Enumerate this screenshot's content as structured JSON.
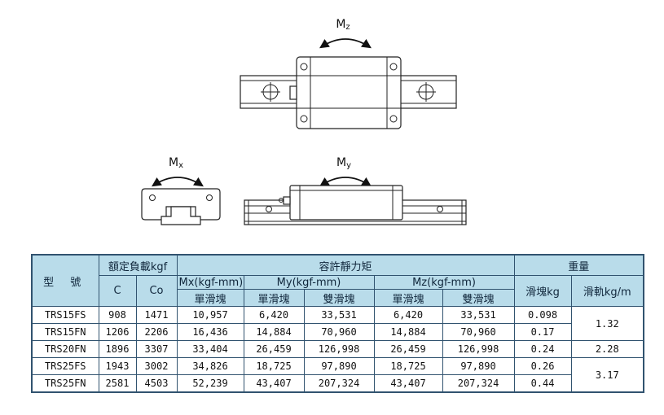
{
  "colors": {
    "header_bg": "#b9dcea",
    "border": "#31536f",
    "line": "#222222",
    "text": "#111111"
  },
  "diagram": {
    "mz_label": {
      "main": "M",
      "sub": "z"
    },
    "mx_label": {
      "main": "M",
      "sub": "x"
    },
    "my_label": {
      "main": "M",
      "sub": "y"
    }
  },
  "table": {
    "header": {
      "model": "型 號",
      "rated_load": "額定負載kgf",
      "c": "C",
      "co": "Co",
      "static_moment": "容許靜力矩",
      "mx": "Mx(kgf-mm)",
      "my": "My(kgf-mm)",
      "mz": "Mz(kgf-mm)",
      "single_block": "單滑塊",
      "double_block": "雙滑塊",
      "weight": "重量",
      "block_weight": "滑塊kg",
      "rail_weight": "滑軌kg/m"
    },
    "rows": [
      {
        "model": "TRS15FS",
        "c": "908",
        "co": "1471",
        "mx_single": "10,957",
        "my_single": "6,420",
        "my_double": "33,531",
        "mz_single": "6,420",
        "mz_double": "33,531",
        "block_kg": "0.098",
        "rail_kgm": "1.32",
        "rail_span": 2
      },
      {
        "model": "TRS15FN",
        "c": "1206",
        "co": "2206",
        "mx_single": "16,436",
        "my_single": "14,884",
        "my_double": "70,960",
        "mz_single": "14,884",
        "mz_double": "70,960",
        "block_kg": "0.17"
      },
      {
        "model": "TRS20FN",
        "c": "1896",
        "co": "3307",
        "mx_single": "33,404",
        "my_single": "26,459",
        "my_double": "126,998",
        "mz_single": "26,459",
        "mz_double": "126,998",
        "block_kg": "0.24",
        "rail_kgm": "2.28",
        "rail_span": 1
      },
      {
        "model": "TRS25FS",
        "c": "1943",
        "co": "3002",
        "mx_single": "34,826",
        "my_single": "18,725",
        "my_double": "97,890",
        "mz_single": "18,725",
        "mz_double": "97,890",
        "block_kg": "0.26",
        "rail_kgm": "3.17",
        "rail_span": 2
      },
      {
        "model": "TRS25FN",
        "c": "2581",
        "co": "4503",
        "mx_single": "52,239",
        "my_single": "43,407",
        "my_double": "207,324",
        "mz_single": "43,407",
        "mz_double": "207,324",
        "block_kg": "0.44"
      }
    ]
  }
}
